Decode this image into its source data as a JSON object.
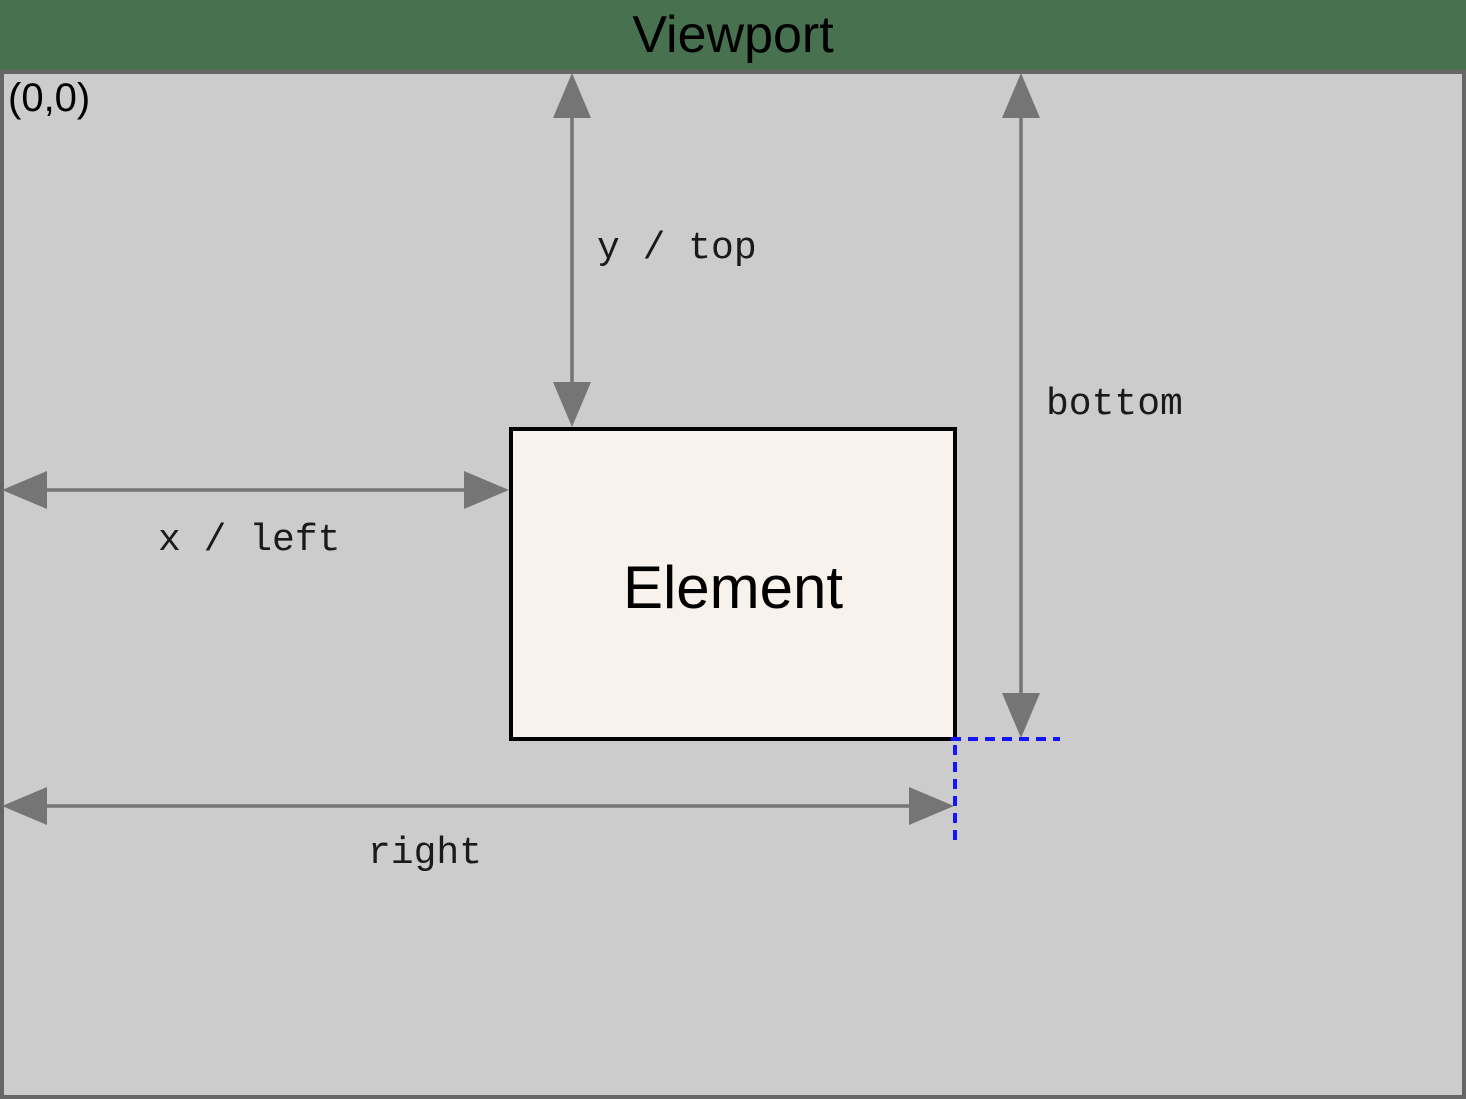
{
  "title": "Viewport",
  "viewport": {
    "origin_label": "(0,0)"
  },
  "element": {
    "label": "Element"
  },
  "measurements": {
    "y_top": "y / top",
    "bottom": "bottom",
    "x_left": "x / left",
    "right": "right"
  },
  "colors": {
    "page-green": "#487150",
    "viewport-fill": "#cccccc",
    "viewport-border": "#666666",
    "element-fill": "#f7f3ec",
    "element-border": "#000000",
    "arrow-gray": "#757575",
    "guide-blue": "#1414ff",
    "text-black": "#000000"
  }
}
